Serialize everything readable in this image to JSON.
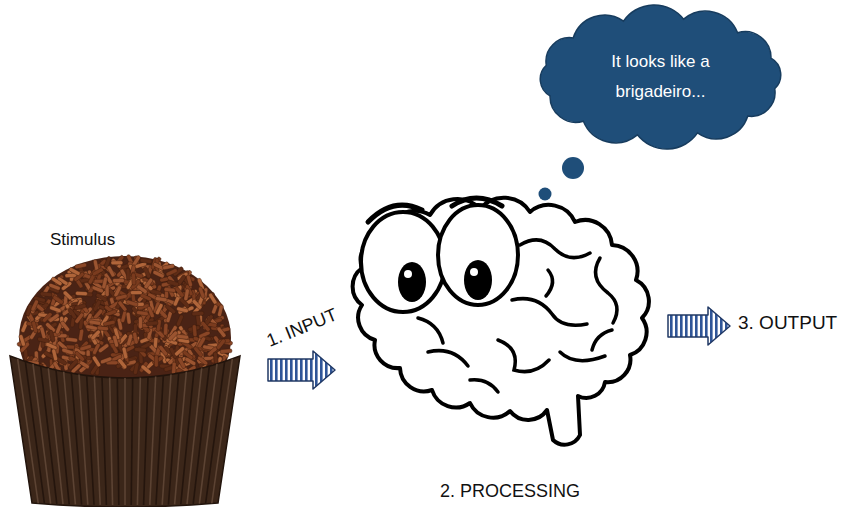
{
  "diagram": {
    "nodes": [
      {
        "text": [
          "Stimulus"
        ]
      },
      {
        "text": [
          "2. PROCESSING"
        ]
      },
      {
        "text": [
          "It looks like a brigadeiro..."
        ]
      }
    ],
    "edges": [
      {
        "from": 0,
        "to": 1,
        "arrow": "to",
        "label": "1. INPUT"
      }
    ],
    "labels": [
      "3. OUTPUT"
    ]
  }
}
